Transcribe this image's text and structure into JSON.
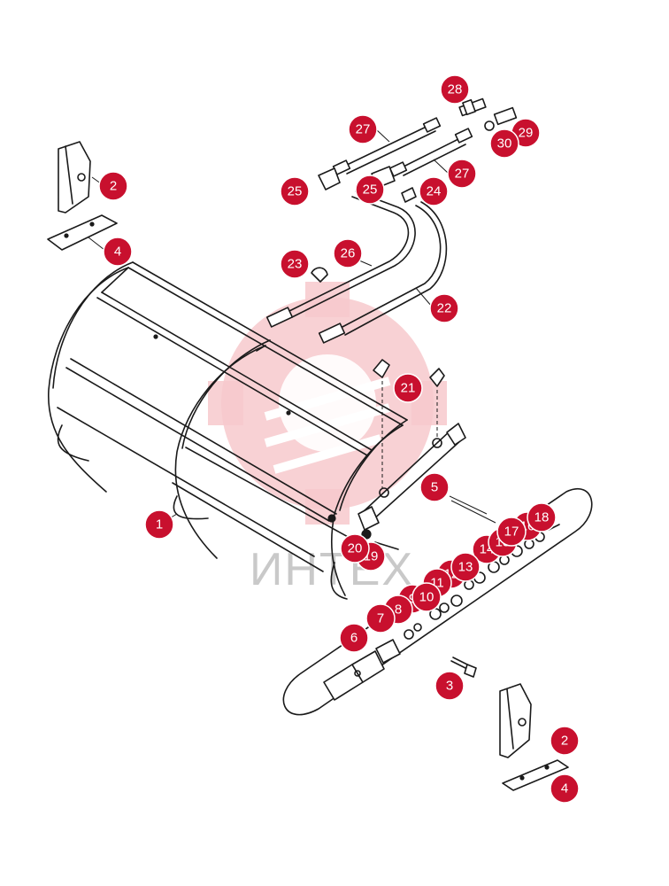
{
  "watermark": {
    "text": "ИНТЕХ",
    "color": "#c9c9c9",
    "gear_color": "#f7c9cc"
  },
  "callout_color": "#c8102e",
  "callouts": [
    {
      "id": "c-2a",
      "label": "2"
    },
    {
      "id": "c-4a",
      "label": "4"
    },
    {
      "id": "c-1",
      "label": "1"
    },
    {
      "id": "c-28",
      "label": "28"
    },
    {
      "id": "c-27a",
      "label": "27"
    },
    {
      "id": "c-29",
      "label": "29"
    },
    {
      "id": "c-30",
      "label": "30"
    },
    {
      "id": "c-27b",
      "label": "27"
    },
    {
      "id": "c-25a",
      "label": "25"
    },
    {
      "id": "c-25b",
      "label": "25"
    },
    {
      "id": "c-24",
      "label": "24"
    },
    {
      "id": "c-23",
      "label": "23"
    },
    {
      "id": "c-26",
      "label": "26"
    },
    {
      "id": "c-22",
      "label": "22"
    },
    {
      "id": "c-21",
      "label": "21"
    },
    {
      "id": "c-5",
      "label": "5"
    },
    {
      "id": "c-18",
      "label": "18"
    },
    {
      "id": "c-17",
      "label": "17"
    },
    {
      "id": "c-16",
      "label": "16"
    },
    {
      "id": "c-15",
      "label": "15"
    },
    {
      "id": "c-14",
      "label": "14"
    },
    {
      "id": "c-13",
      "label": "13"
    },
    {
      "id": "c-12",
      "label": "12"
    },
    {
      "id": "c-11",
      "label": "11"
    },
    {
      "id": "c-10",
      "label": "10"
    },
    {
      "id": "c-9",
      "label": "9"
    },
    {
      "id": "c-8",
      "label": "8"
    },
    {
      "id": "c-7",
      "label": "7"
    },
    {
      "id": "c-6",
      "label": "6"
    },
    {
      "id": "c-20",
      "label": "20"
    },
    {
      "id": "c-19",
      "label": "19"
    },
    {
      "id": "c-3",
      "label": "3"
    },
    {
      "id": "c-2b",
      "label": "2"
    },
    {
      "id": "c-4b",
      "label": "4"
    }
  ]
}
